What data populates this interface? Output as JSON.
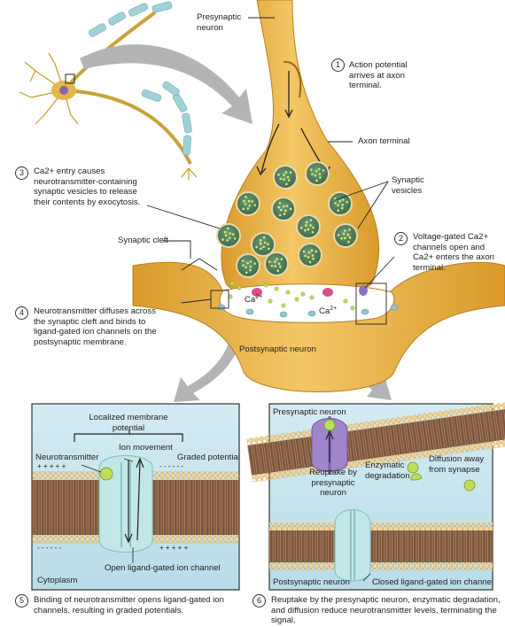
{
  "labels": {
    "presynaptic_neuron": "Presynaptic neuron",
    "axon_terminal": "Axon terminal",
    "synaptic_vesicles": "Synaptic vesicles",
    "synaptic_cleft": "Synaptic cleft",
    "postsynaptic_neuron": "Postsynaptic neuron",
    "ca_left": "Ca",
    "ca_right": "Ca",
    "ca_sup": "2+"
  },
  "steps": [
    {
      "n": "1",
      "text": "Action potential arrives at axon terminal."
    },
    {
      "n": "2",
      "text": "Voltage-gated Ca2+ channels open and Ca2+ enters the axon terminal."
    },
    {
      "n": "3",
      "text": "Ca2+ entry causes neurotransmitter-containing synaptic vesicles to release their contents by exocytosis."
    },
    {
      "n": "4",
      "text": "Neurotransmitter diffuses across the synaptic cleft and binds to ligand-gated ion channels on the postsynaptic membrane."
    },
    {
      "n": "5",
      "text": "Binding of neurotransmitter opens ligand-gated ion channels, resulting in graded potentials."
    },
    {
      "n": "6",
      "text": "Reuptake by the presynaptic neuron, enzymatic degradation, and diffusion reduce neurotransmitter levels, terminating the signal."
    }
  ],
  "left_inset": {
    "localized_potential": "Localized membrane potential",
    "neurotransmitter": "Neurotransmitter",
    "ion_movement": "Ion movement",
    "graded_potential": "Graded potential",
    "open_channel": "Open ligand-gated ion channel",
    "cytoplasm": "Cytoplasm",
    "plus_top": "+ + + + +",
    "minus_top": "- - - - - -",
    "minus_bottom": "- - - - - -",
    "plus_bottom": "+ + + + +"
  },
  "right_inset": {
    "presynaptic_neuron": "Presynaptic neuron",
    "reuptake": "Reuptake by presynaptic neuron",
    "enzymatic": "Enzymatic degradation",
    "diffusion": "Diffusion away from synapse",
    "postsynaptic_neuron": "Postsynaptic neuron",
    "closed_channel": "Closed ligand-gated ion channel"
  },
  "colors": {
    "neuron_fill": "#e8b043",
    "neuron_dark": "#c8881c",
    "vesicle": "#4d7d5e",
    "dot": "#d7ec6a",
    "cleft": "#ffffff",
    "inset_bg": "#c9e5ef",
    "membrane_head": "#f1cf8a",
    "membrane_tail": "#6b4a2e",
    "channel": "#bfe3e4",
    "reuptake": "#9b84c6",
    "arrow_grey": "#a8a8a8"
  }
}
